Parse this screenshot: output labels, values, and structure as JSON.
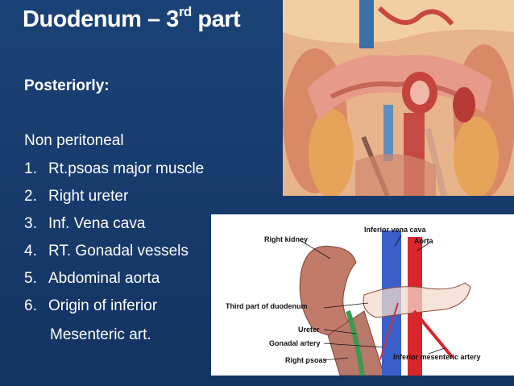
{
  "slide": {
    "title_main": "Duodenum – 3",
    "title_sup": "rd",
    "title_end": " part",
    "subtitle": "Posteriorly:",
    "intro": "Non peritoneal",
    "items": [
      {
        "num": "1.",
        "text": "Rt.psoas major muscle"
      },
      {
        "num": "2.",
        "text": "Right ureter"
      },
      {
        "num": "3.",
        "text": "Inf. Vena cava"
      },
      {
        "num": "4.",
        "text": "RT. Gonadal vessels"
      },
      {
        "num": "5.",
        "text": "Abdominal aorta"
      },
      {
        "num": "6.",
        "text": "Origin of inferior"
      }
    ],
    "item_continuation": "Mesenteric art."
  },
  "diagram": {
    "labels": {
      "right_kidney": "Right kidney",
      "inferior_vena_cava": "Inferior vena cava",
      "aorta": "Aorta",
      "third_part": "Third part of duodenum",
      "ureter": "Ureter",
      "gonadal_artery": "Gonadal artery",
      "right_psoas": "Right psoas",
      "inferior_mesenteric_artery": "Inferior mesenteric artery"
    }
  },
  "colors": {
    "background": "#173a6b",
    "text": "#ffffff",
    "vena_cava": "#3a5fc8",
    "aorta": "#d9262b",
    "kidney": "#c27a6a"
  }
}
